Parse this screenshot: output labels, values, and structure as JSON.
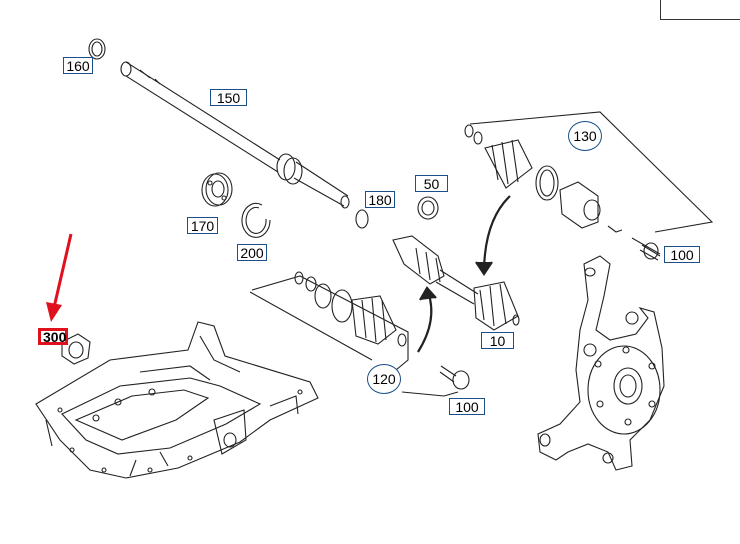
{
  "corner_label": "",
  "colors": {
    "label_border": "#1b4f8a",
    "highlight": "#e0101c",
    "line": "#222222"
  },
  "parts": [
    {
      "id": "p160",
      "num": "160"
    },
    {
      "id": "p150",
      "num": "150"
    },
    {
      "id": "p180",
      "num": "180"
    },
    {
      "id": "p50",
      "num": "50"
    },
    {
      "id": "p170",
      "num": "170"
    },
    {
      "id": "p200",
      "num": "200"
    },
    {
      "id": "p130",
      "num": "130"
    },
    {
      "id": "p100a",
      "num": "100"
    },
    {
      "id": "p300",
      "num": "300",
      "highlighted": true
    },
    {
      "id": "p10",
      "num": "10"
    },
    {
      "id": "p120",
      "num": "120"
    },
    {
      "id": "p100b",
      "num": "100"
    }
  ]
}
